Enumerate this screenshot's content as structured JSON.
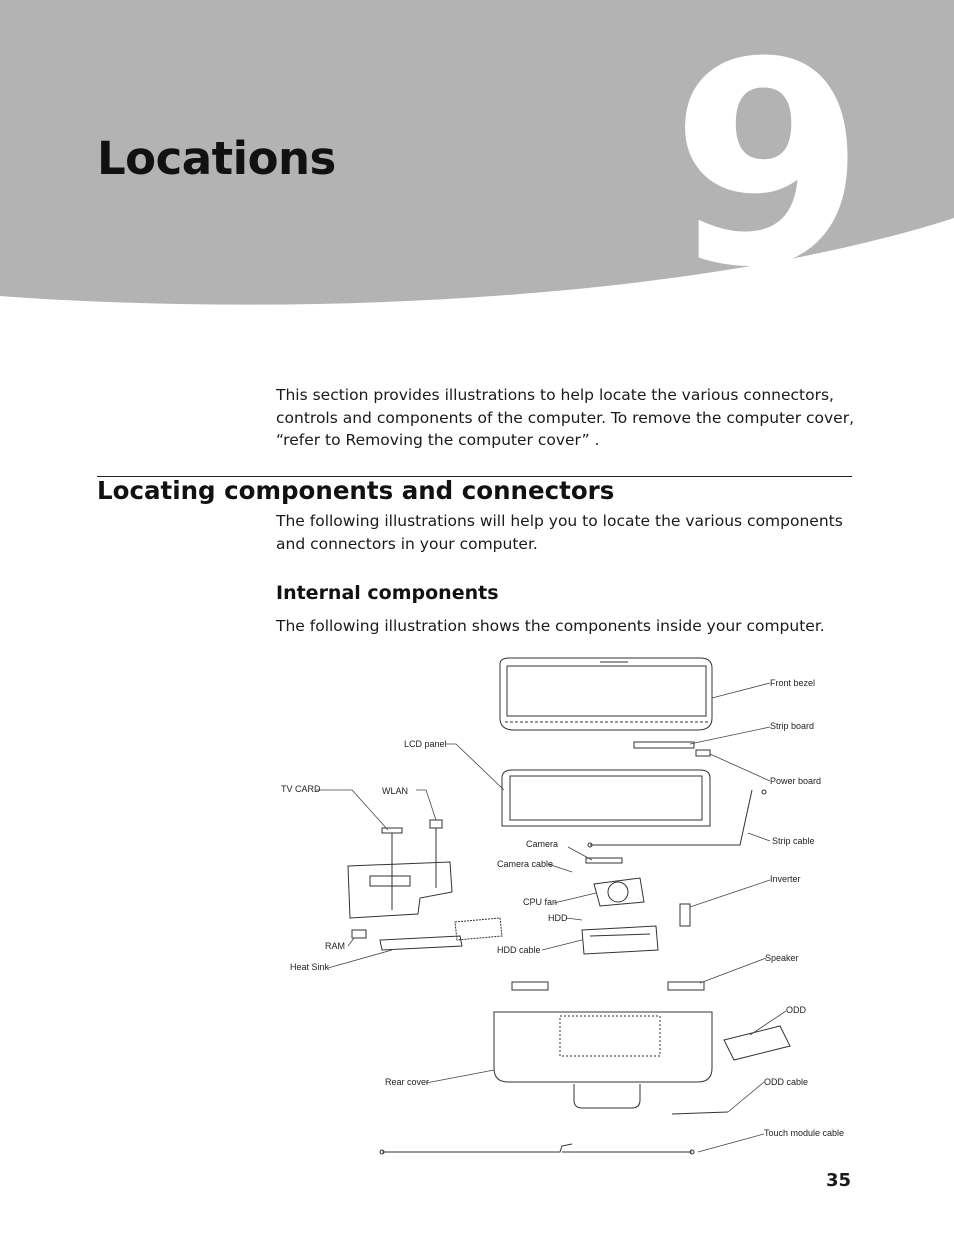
{
  "chapter": {
    "number": "9",
    "title": "Locations"
  },
  "intro": "This section provides illustrations to help locate the various connectors, controls and components of the computer. To remove the computer cover, “refer to  Removing the computer cover” .",
  "section": {
    "title": "Locating components and connectors",
    "body": "The following illustrations will help you to locate the various components and connectors in your computer."
  },
  "subsection": {
    "title": "Internal components",
    "body": "The following illustration shows the components inside your computer."
  },
  "figure_labels": {
    "front_bezel": "Front bezel",
    "strip_board": "Strip board",
    "lcd_panel": "LCD panel",
    "power_board": "Power board",
    "tv_card": "TV CARD",
    "wlan": "WLAN",
    "strip_cable": "Strip cable",
    "camera": "Camera",
    "camera_cable": "Camera cable",
    "inverter": "Inverter",
    "cpu_fan": "CPU fan",
    "hdd": "HDD",
    "ram": "RAM",
    "hdd_cable": "HDD cable",
    "heat_sink": "Heat Sink",
    "speaker": "Speaker",
    "odd": "ODD",
    "rear_cover": "Rear cover",
    "odd_cable": "ODD cable",
    "touch_module_cable": "Touch module cable"
  },
  "page_number": "35",
  "colors": {
    "header_gray": "#b3b3b3",
    "numeral_white": "#ffffff"
  }
}
